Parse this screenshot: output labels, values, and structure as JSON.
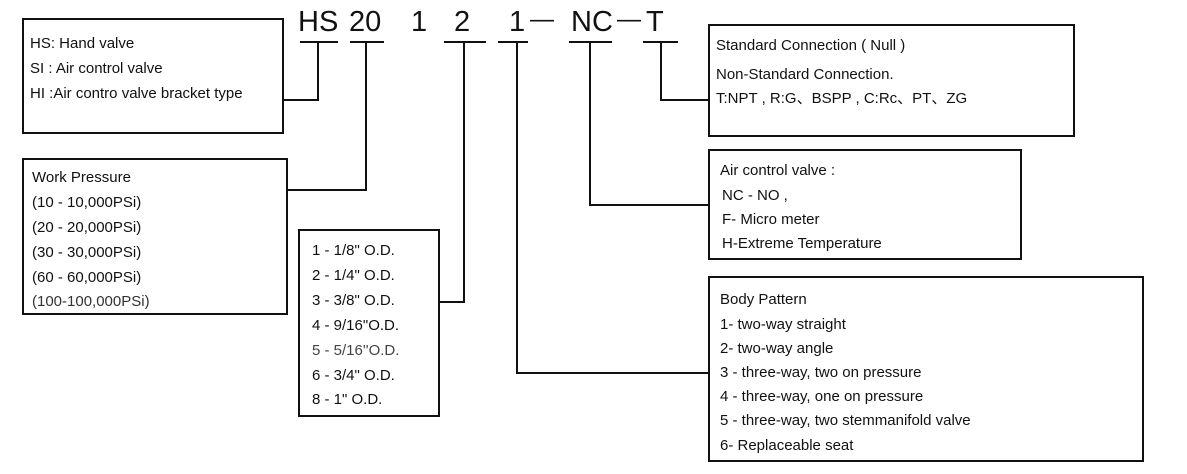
{
  "code": {
    "hs": "HS",
    "pressure": "20",
    "size": "1",
    "connection_size": "2",
    "pattern": "1",
    "dash1": "—",
    "valve": "NC",
    "dash2": "—",
    "thread": "T"
  },
  "valve_type": {
    "lines": [
      "HS: Hand valve",
      "SI : Air control valve",
      "HI :Air contro valve bracket type"
    ]
  },
  "work_pressure": {
    "title": "Work  Pressure",
    "lines": [
      "(10 - 10,000PSi)",
      "(20 - 20,000PSi)",
      "(30 - 30,000PSi)",
      "(60 - 60,000PSi)",
      "(100-100,000PSi)"
    ]
  },
  "tube_size": {
    "lines": [
      "1 - 1/8\" O.D.",
      "2 - 1/4\" O.D.",
      "3 - 3/8\" O.D.",
      "4 - 9/16\"O.D.",
      "5 - 5/16''O.D.",
      "6 - 3/4\"  O.D.",
      "8 -   1\"  O.D."
    ]
  },
  "connection": {
    "lines": [
      "Standard Connection ( Null )",
      "Non-Standard Connection.",
      "T:NPT , R:G、BSPP , C:Rc、PT、ZG"
    ]
  },
  "air_control": {
    "lines": [
      "Air control valve :",
      "NC -  NO ,",
      "F- Micro meter",
      "H-Extreme Temperature"
    ]
  },
  "body_pattern": {
    "title": "Body Pattern",
    "lines": [
      "1- two-way straight",
      "2- two-way angle",
      "3 - three-way, two on pressure",
      "4 - three-way, one on pressure",
      "5 - three-way, two stemmanifold valve",
      "6- Replaceable seat"
    ]
  }
}
